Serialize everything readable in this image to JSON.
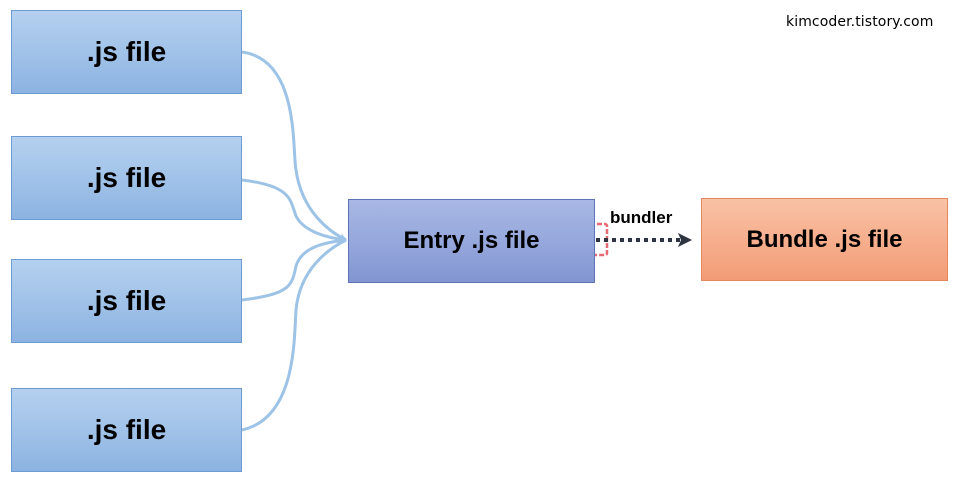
{
  "watermark": "kimcoder.tistory.com",
  "source_files": [
    {
      "label": ".js file"
    },
    {
      "label": ".js file"
    },
    {
      "label": ".js file"
    },
    {
      "label": ".js file"
    }
  ],
  "entry": {
    "label": "Entry .js file"
  },
  "bundle": {
    "label": "Bundle .js file"
  },
  "edge": {
    "label": "bundler"
  },
  "colors": {
    "source_fill": "#9fc1e8",
    "source_border": "#6b9bd1",
    "connector": "#9dc3e6",
    "entry_fill": "#94a6db",
    "entry_border": "#5f73b9",
    "bundle_fill": "#f6ad8b",
    "bundle_border": "#e6885b",
    "arrow": "#2e3440",
    "highlight": "#e0505a"
  }
}
